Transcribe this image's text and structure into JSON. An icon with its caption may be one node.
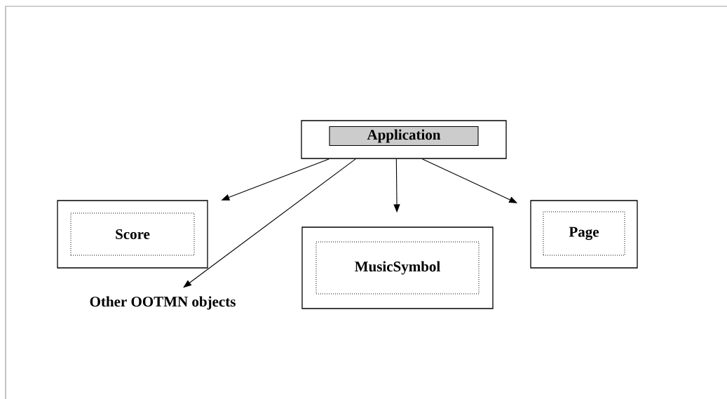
{
  "diagram": {
    "nodes": [
      {
        "text": [],
        "shape": "box"
      },
      {
        "text": [
          "Application"
        ],
        "in": 0
      },
      {
        "text": [],
        "shape": "box"
      },
      {
        "text": [
          "Score"
        ],
        "in": 2
      },
      {
        "text": [],
        "shape": "box"
      },
      {
        "text": [
          "MusicSymbol"
        ],
        "in": 4
      },
      {
        "text": [],
        "shape": "box"
      },
      {
        "text": [
          "Page"
        ],
        "in": 6
      },
      {
        "text": [
          "Other OOTMN objects"
        ]
      }
    ],
    "edges": [
      {
        "from": 0,
        "to": 2,
        "arrow": "to"
      },
      {
        "from": 0,
        "to": 8,
        "arrow": "to"
      },
      {
        "from": 0,
        "to": 4,
        "arrow": "to"
      },
      {
        "from": 0,
        "to": 6,
        "arrow": "to"
      }
    ]
  }
}
